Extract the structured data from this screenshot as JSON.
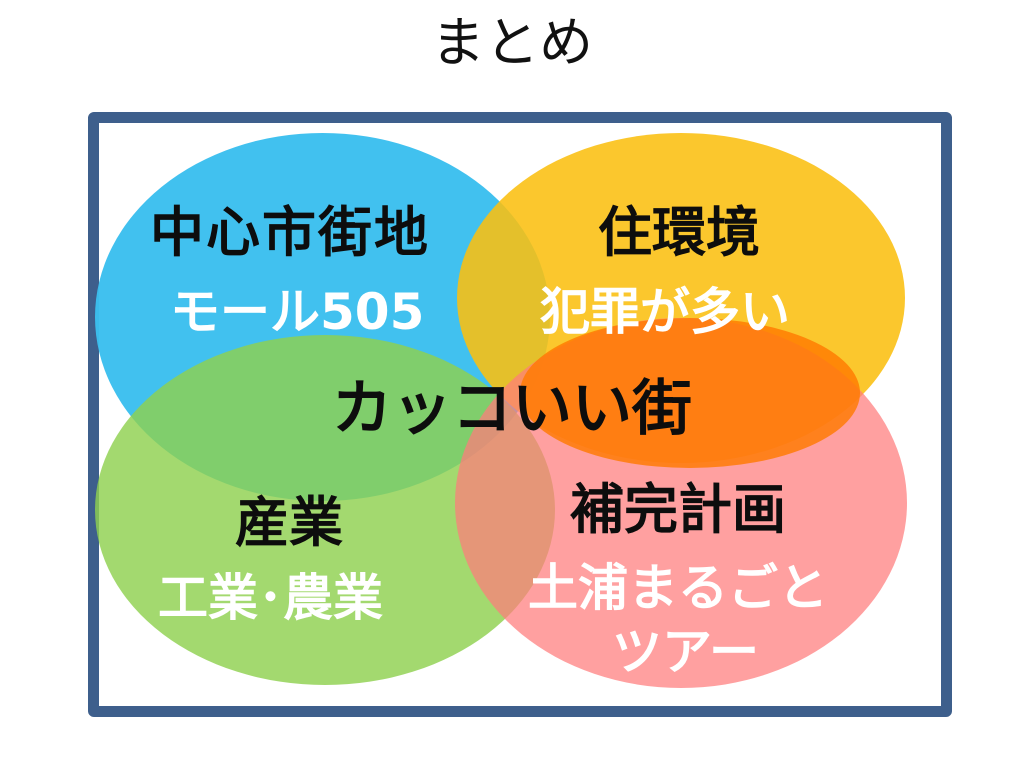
{
  "slide": {
    "title": "まとめ"
  },
  "colors": {
    "frame": "#3e5f8c",
    "center_circle": "#3bbfee",
    "housing_circle": "#fbbf10",
    "industry_circle": "#8fd14f",
    "plan_circle": "#ff7c7c",
    "overlap": "#ff7a00"
  },
  "venn": {
    "center": {
      "title": "中心市街地",
      "sub": "モール505"
    },
    "housing": {
      "title": "住環境",
      "sub": "犯罪が多い"
    },
    "common": {
      "title": "カッコいい街"
    },
    "industry": {
      "title": "産業",
      "sub": "工業･農業"
    },
    "plan": {
      "title": "補完計画",
      "sub_line1": "土浦まるごと",
      "sub_line2": "ツアー"
    }
  }
}
